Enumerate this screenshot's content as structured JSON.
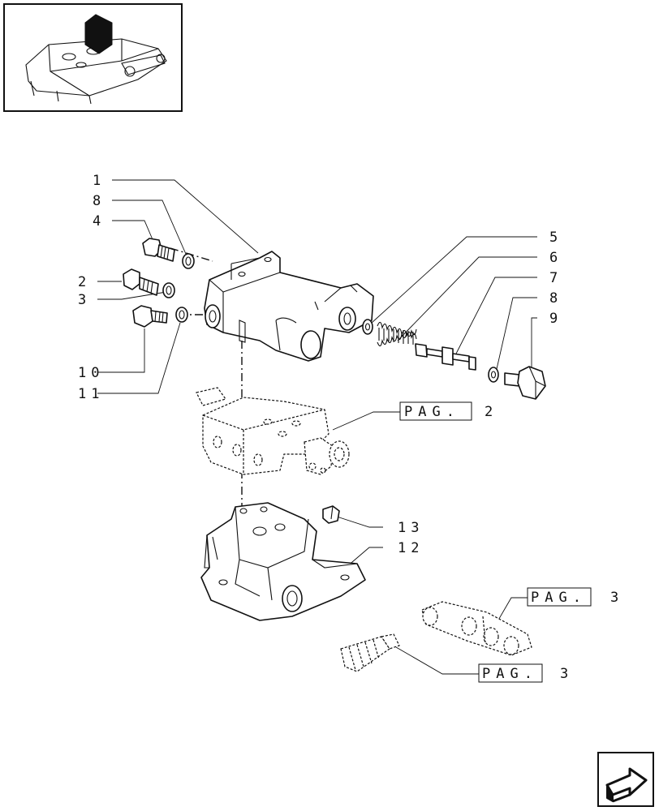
{
  "callouts": {
    "c1": "1",
    "c8a": "8",
    "c4": "4",
    "c2": "2",
    "c3": "3",
    "c10": "10",
    "c11": "11",
    "c5": "5",
    "c6": "6",
    "c7": "7",
    "c8b": "8",
    "c9": "9",
    "c13": "13",
    "c12": "12"
  },
  "references": {
    "pag2": {
      "label": "PAG.",
      "page": "2"
    },
    "pag3a": {
      "label": "PAG.",
      "page": "3"
    },
    "pag3b": {
      "label": "PAG.",
      "page": "3"
    }
  },
  "icons": {
    "thumbnail": "lift-cover-thumbnail-icon",
    "navigation": "next-page-arrow-icon"
  }
}
